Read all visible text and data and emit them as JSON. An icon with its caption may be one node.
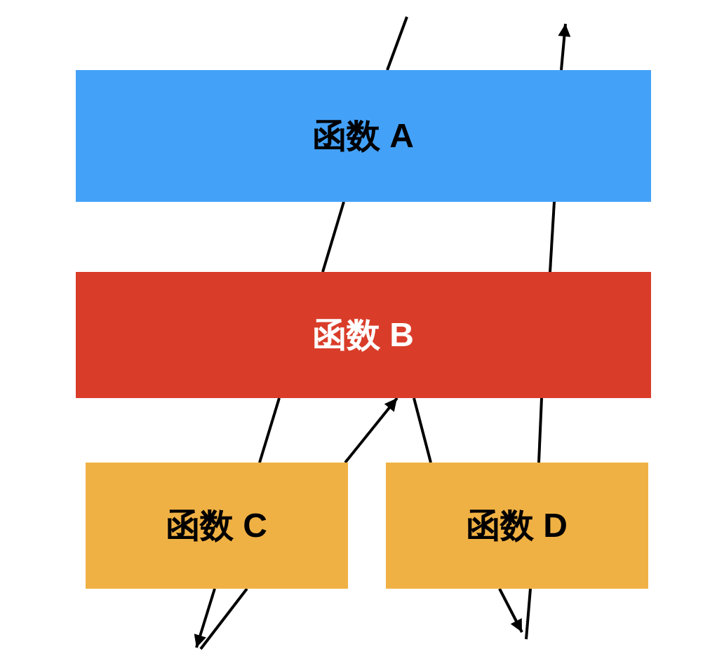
{
  "diagram": {
    "nodes": [
      {
        "text": [
          "函数 A"
        ]
      },
      {
        "text": [
          "函数 B"
        ]
      },
      {
        "text": [
          "函数 C"
        ]
      },
      {
        "text": [
          "函数 D"
        ]
      }
    ],
    "edges": [
      {
        "from": null,
        "to": 0,
        "arrow": "none"
      },
      {
        "from": 0,
        "to": 1,
        "arrow": "none"
      },
      {
        "from": 1,
        "to": 2,
        "arrow": "none"
      },
      {
        "from": 2,
        "to": null,
        "arrow": "to"
      },
      {
        "from": null,
        "to": 2,
        "arrow": "none"
      },
      {
        "from": 2,
        "to": 1,
        "arrow": "to"
      },
      {
        "from": 1,
        "to": 3,
        "arrow": "none"
      },
      {
        "from": 3,
        "to": null,
        "arrow": "to"
      },
      {
        "from": null,
        "to": 3,
        "arrow": "none"
      },
      {
        "from": 3,
        "to": 1,
        "arrow": "none"
      },
      {
        "from": 1,
        "to": 0,
        "arrow": "none"
      },
      {
        "from": 0,
        "to": null,
        "arrow": "to"
      }
    ]
  }
}
